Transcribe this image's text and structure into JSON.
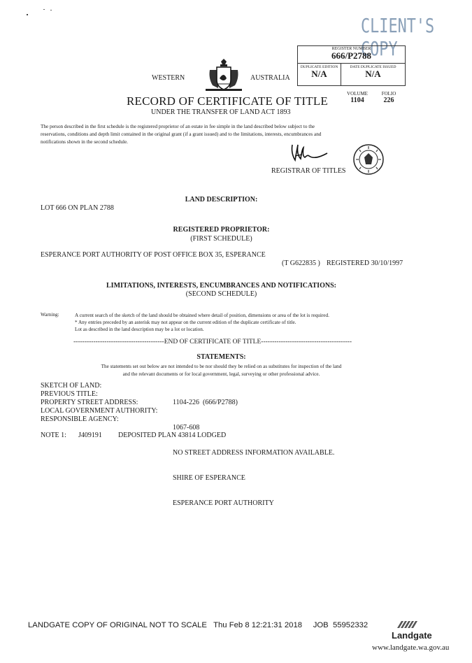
{
  "stamp": "CLIENT'S COPY",
  "register": {
    "number_label": "REGISTER NUMBER",
    "number": "666/P2788",
    "duplicate_label": "DUPLICATE EDITION",
    "duplicate": "N/A",
    "date_label": "DATE DUPLICATE ISSUED",
    "date": "N/A"
  },
  "header": {
    "left": "WESTERN",
    "right": "AUSTRALIA",
    "title": "RECORD OF CERTIFICATE OF TITLE",
    "subtitle": "UNDER THE TRANSFER OF LAND ACT 1893",
    "volume_label": "VOLUME",
    "volume": "1104",
    "folio_label": "FOLIO",
    "folio": "226"
  },
  "intro": [
    "The person described in the first schedule is the registered proprietor of an estate in fee simple in the land described below subject to the",
    "reservations, conditions and depth limit contained in the original grant (if a grant issued) and to the limitations, interests, encumbrances and",
    "notifications shown in the second schedule."
  ],
  "registrar": "REGISTRAR OF TITLES",
  "land": {
    "heading": "LAND DESCRIPTION:",
    "text": "LOT 666 ON PLAN 2788"
  },
  "proprietor": {
    "heading": "REGISTERED PROPRIETOR:",
    "sub": "(FIRST SCHEDULE)",
    "name": "ESPERANCE PORT AUTHORITY OF POST OFFICE BOX 35, ESPERANCE",
    "ref": "(T G622835 )",
    "registered": "REGISTERED 30/10/1997"
  },
  "limitations": {
    "heading": "LIMITATIONS, INTERESTS, ENCUMBRANCES AND NOTIFICATIONS:",
    "sub": "(SECOND SCHEDULE)",
    "warning_label": "Warning:",
    "warning": [
      "A current search of the sketch of the land should be obtained where detail of position, dimensions or area of the lot is required.",
      "* Any entries preceded by an asterisk may not appear on the current edition of the duplicate certificate of title.",
      "Lot as described in the land description may be a lot or location."
    ],
    "end": "-----------------------------------------END OF CERTIFICATE OF TITLE-----------------------------------------"
  },
  "statements": {
    "heading": "STATEMENTS:",
    "intro": [
      "The statements set out below are not intended to be nor should they be relied on as substitutes for inspection of the land",
      "and the relevant documents or for local government, legal, surveying or other professional advice."
    ],
    "rows": [
      {
        "label": "SKETCH OF LAND:",
        "value": "1104-226  (666/P2788)"
      },
      {
        "label": "PREVIOUS TITLE:",
        "value": "1067-608"
      },
      {
        "label": "PROPERTY STREET ADDRESS:",
        "value": "NO STREET ADDRESS INFORMATION AVAILABLE."
      },
      {
        "label": "LOCAL GOVERNMENT AUTHORITY:",
        "value": "SHIRE OF ESPERANCE"
      },
      {
        "label": "RESPONSIBLE AGENCY:",
        "value": "ESPERANCE PORT AUTHORITY"
      }
    ],
    "note_label": "NOTE 1:",
    "note_ref": "J409191",
    "note_text": "DEPOSITED PLAN 43814 LODGED"
  },
  "footer": {
    "text": "LANDGATE COPY OF ORIGINAL NOT TO SCALE   Thu Feb 8 12:21:31 2018     JOB  55952332",
    "brand": "Landgate",
    "url": "www.landgate.wa.gov.au"
  }
}
